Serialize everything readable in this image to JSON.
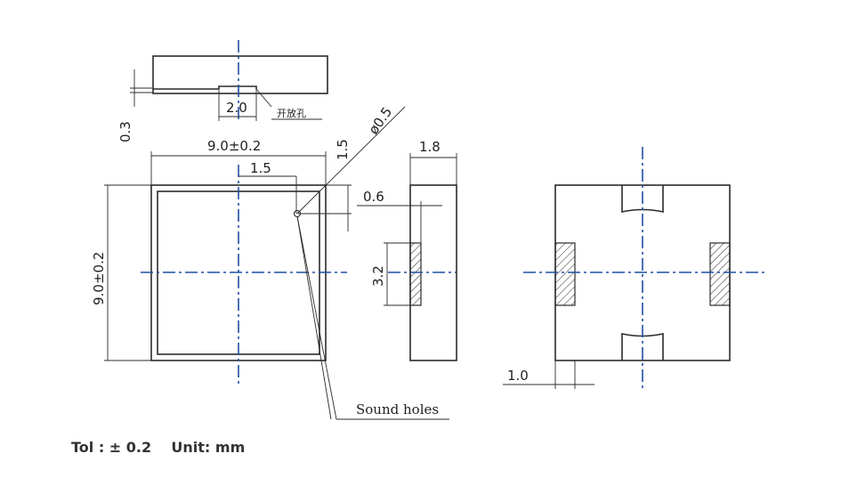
{
  "dimensions": {
    "side_width": "2.0",
    "side_note": "开放孔",
    "side_thickness": "0.3",
    "width": "9.0±0.2",
    "height": "9.0±0.2",
    "hole_offset_x": "1.5",
    "hole_offset_y": "1.5",
    "hole_diameter": "ø0.5",
    "body_height": "1.8",
    "pad_inset": "0.6",
    "pad_length": "3.2",
    "pad_width": "1.0"
  },
  "labels": {
    "sound_holes": "Sound holes"
  },
  "footer": {
    "tolerance": "Tol : ± 0.2",
    "unit": "Unit: mm"
  },
  "colors": {
    "centerline": "#1f4fa3",
    "outline": "#2b2b2b"
  }
}
